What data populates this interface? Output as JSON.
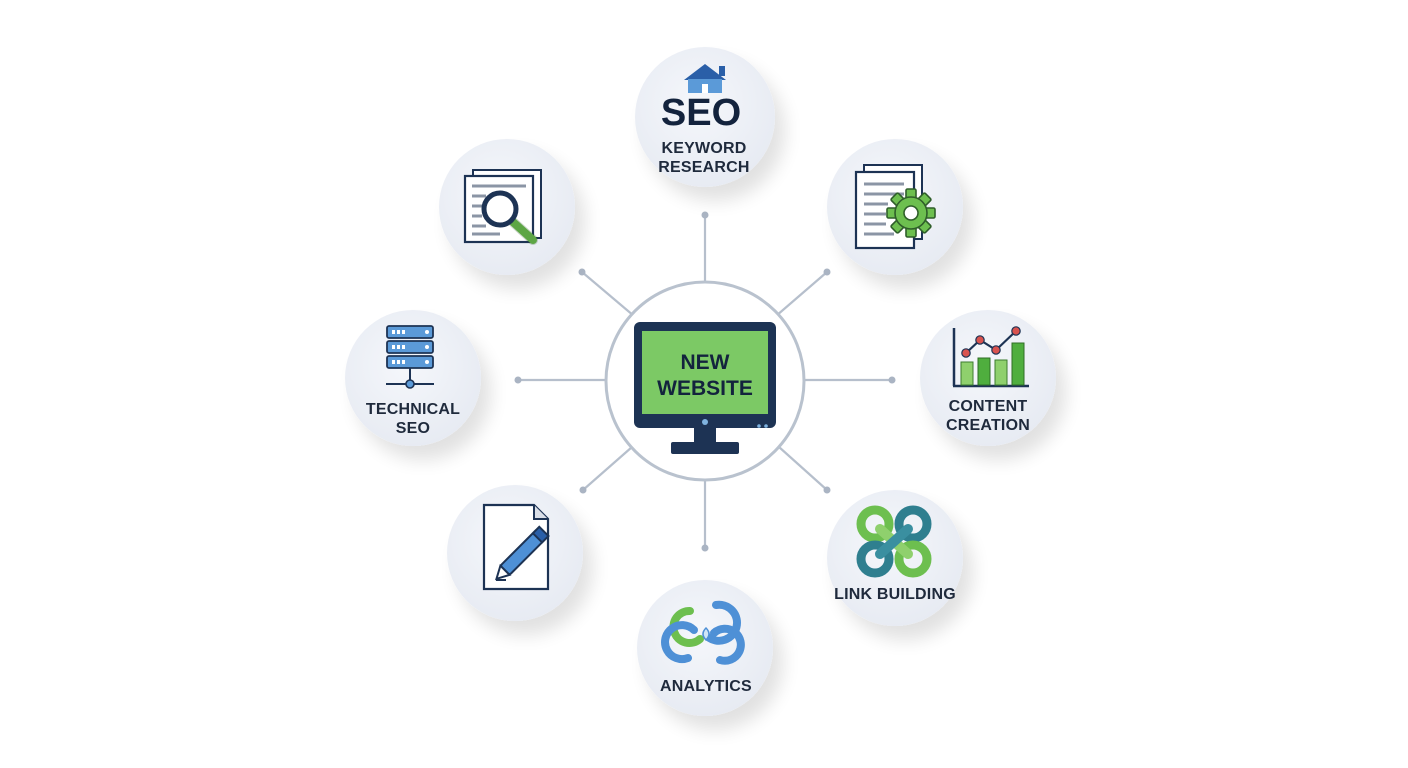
{
  "hub": {
    "line1": "NEW",
    "line2": "WEBSITE"
  },
  "nodes": {
    "keyword_research": {
      "heading": "SEO",
      "label_line1": "KEYWORD",
      "label_line2": "RESEARCH",
      "icon": "house-icon"
    },
    "content_strategy": {
      "icon": "document-gear-icon"
    },
    "content_creation": {
      "label_line1": "CONTENT",
      "label_line2": "CREATION",
      "icon": "bar-line-chart-icon"
    },
    "link_building": {
      "label_line1": "LINK BUILDING",
      "icon": "chain-link-icon"
    },
    "analytics": {
      "label_line1": "ANALYTICS",
      "icon": "linked-rings-icon"
    },
    "writing": {
      "icon": "document-pen-icon"
    },
    "technical_seo": {
      "label_line1": "TECHNICAL",
      "label_line2": "SEO",
      "icon": "server-icon"
    },
    "site_audit": {
      "icon": "document-magnifier-icon"
    }
  },
  "colors": {
    "node_fill": "#eef1f7",
    "connector": "#b6bfcc",
    "navy": "#1d3354",
    "screen_green": "#7cc965",
    "accent_green": "#6dbf4f",
    "accent_blue": "#4e90d6",
    "accent_teal": "#2f7f8f"
  }
}
